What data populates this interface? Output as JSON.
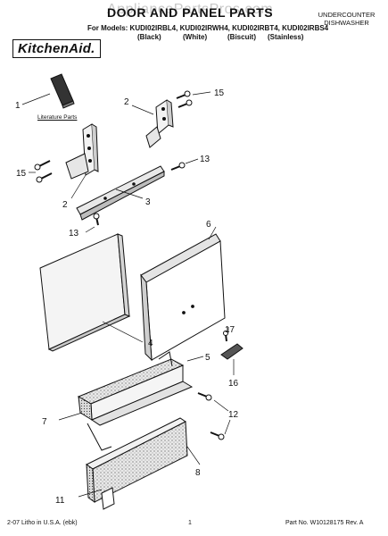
{
  "watermark": "AppliancePartsPros.com",
  "title": "DOOR AND PANEL PARTS",
  "category": {
    "line1": "UNDERCOUNTER",
    "line2": "DISHWASHER"
  },
  "models_line": "For Models: KUDI02IRBL4, KUDI02IRWH4, KUDI02IRBT4, KUDI02IRBS4",
  "variants": [
    "(Black)",
    "(White)",
    "(Biscuit)",
    "(Stainless)"
  ],
  "brand": "KitchenAid.",
  "literature_label": "Literature Parts",
  "callouts": [
    "1",
    "2",
    "15",
    "15",
    "13",
    "2",
    "3",
    "13",
    "6",
    "4",
    "17",
    "5",
    "16",
    "7",
    "12",
    "8",
    "11"
  ],
  "footer": {
    "left": "2-07 Litho in U.S.A. (ebk)",
    "page": "1",
    "right": "Part No. W10128175 Rev. A"
  }
}
